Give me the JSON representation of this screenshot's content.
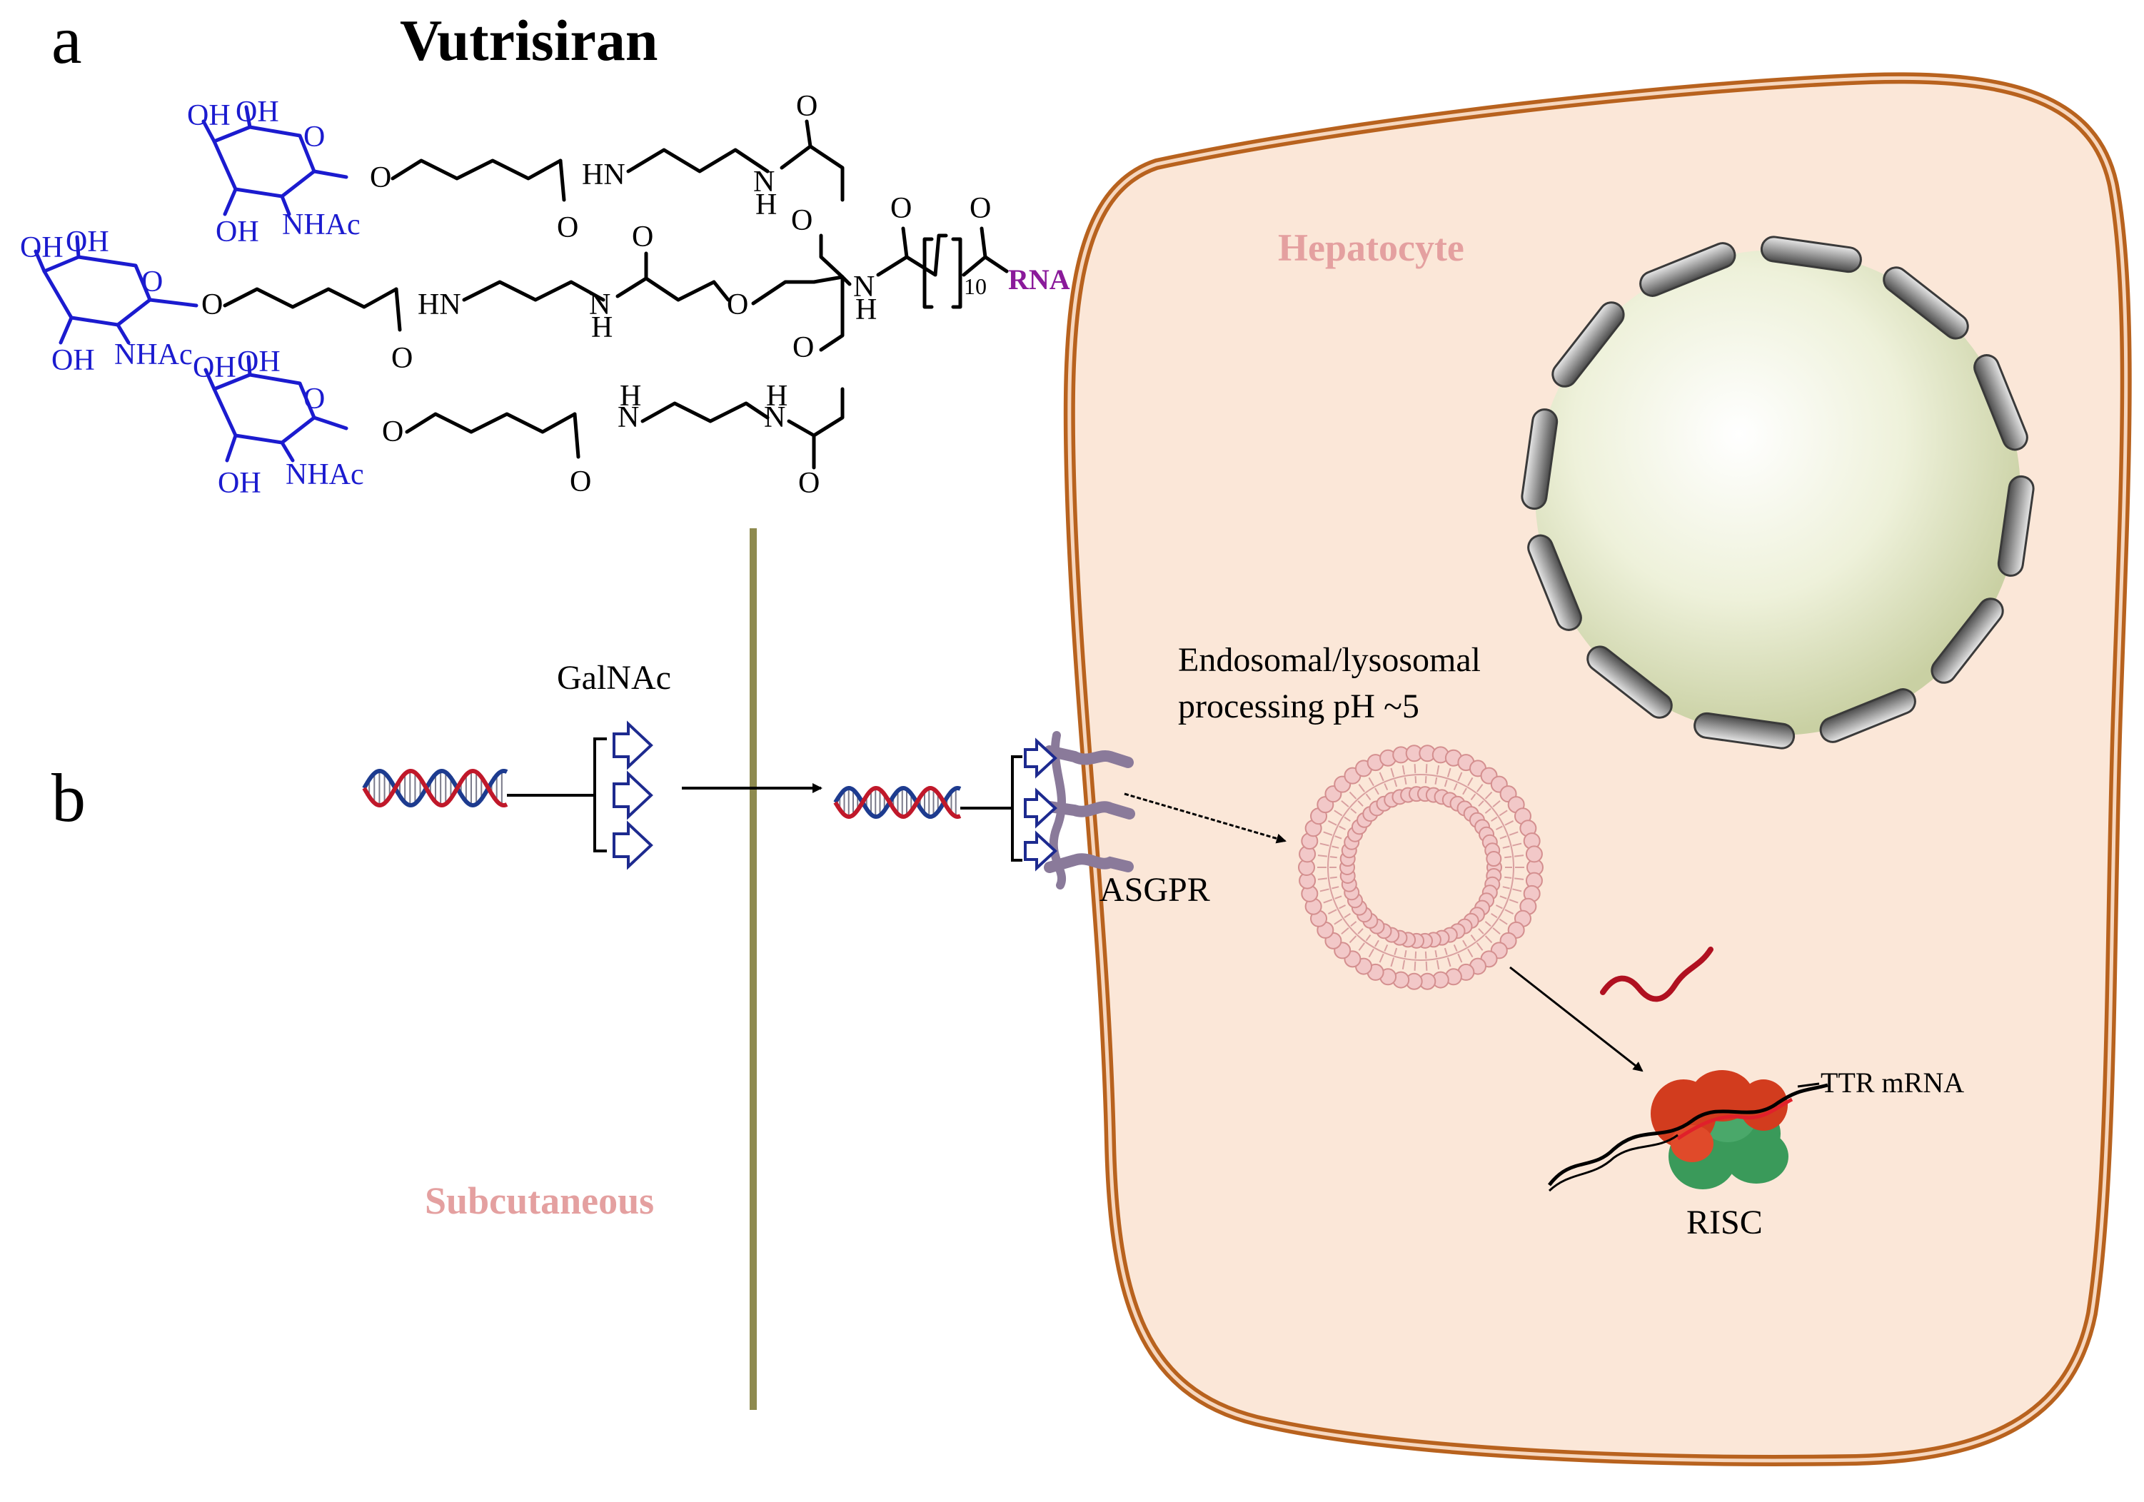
{
  "panels": {
    "a": "a",
    "b": "b"
  },
  "title": "Vutrisiran",
  "chemistry": {
    "oh": "OH",
    "nhac": "NHAc",
    "o": "O",
    "hn": "HN",
    "nh_n": "N",
    "nh_h": "H",
    "subscript": "10",
    "rna": "RNA"
  },
  "labels": {
    "hepatocyte": "Hepatocyte",
    "subcutaneous": "Subcutaneous",
    "galnac": "GalNAc",
    "asgpr": "ASGPR",
    "endosomal_line1": "Endosomal/lysosomal",
    "endosomal_line2": "processing pH ~5",
    "ttr_mrna": "TTR mRNA",
    "risc": "RISC"
  },
  "colors": {
    "cell_fill": "#fbe7d8",
    "cell_membrane": "#b8621e",
    "barrier": "#8e8a4f",
    "sugar_blue": "#1b1bcf",
    "rna_purple": "#8a1a9a",
    "label_pink": "#e4a0a0",
    "helix_red": "#c0182a",
    "helix_blue": "#1d3b8f",
    "receptor": "#8a7a9a",
    "vesicle": "#e8b9b9",
    "nucleus": "#e2e8c8",
    "risc_green": "#3a9a5a",
    "risc_red": "#d23c1e"
  }
}
